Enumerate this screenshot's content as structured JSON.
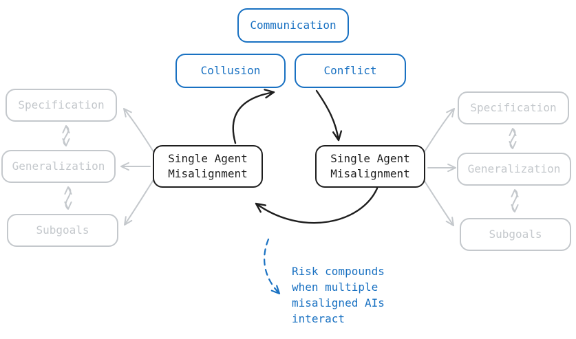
{
  "colors": {
    "blue": "#1971c2",
    "black": "#1e1e1e",
    "gray": "#c4c8cc"
  },
  "nodes": {
    "communication": "Communication",
    "collusion": "Collusion",
    "conflict": "Conflict",
    "agent_left": "Single Agent\nMisalignment",
    "agent_right": "Single Agent\nMisalignment",
    "left_causes": [
      "Specification",
      "Generalization",
      "Subgoals"
    ],
    "right_causes": [
      "Specification",
      "Generalization",
      "Subgoals"
    ]
  },
  "annotation": "Risk compounds\nwhen multiple\nmisaligned AIs\ninteract"
}
